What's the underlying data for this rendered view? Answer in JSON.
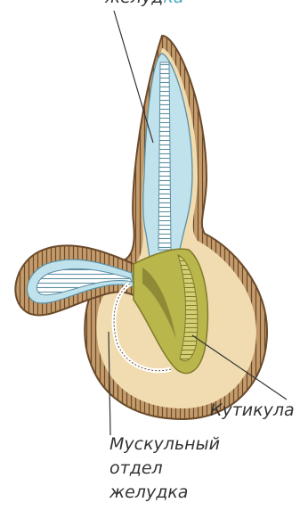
{
  "labels": {
    "top_label": {
      "main": "желуд",
      "accent": "ка"
    },
    "cuticle": "Кутикула",
    "muscular_stomach": {
      "line1": "Мускульный",
      "line2": "отдел",
      "line3": "желудка"
    }
  },
  "colors": {
    "outer_wall": "#c49b6a",
    "outer_wall_stroke": "#6b4a2b",
    "body_fill": "#f0dcb0",
    "blue_lumen": "#bfe2ec",
    "blue_stroke": "#5d8fa3",
    "olive_cuticle": "#b9b64c",
    "olive_dark": "#7f7b2a",
    "pointer_line": "#333333",
    "accent_text": "#49a9c9"
  }
}
